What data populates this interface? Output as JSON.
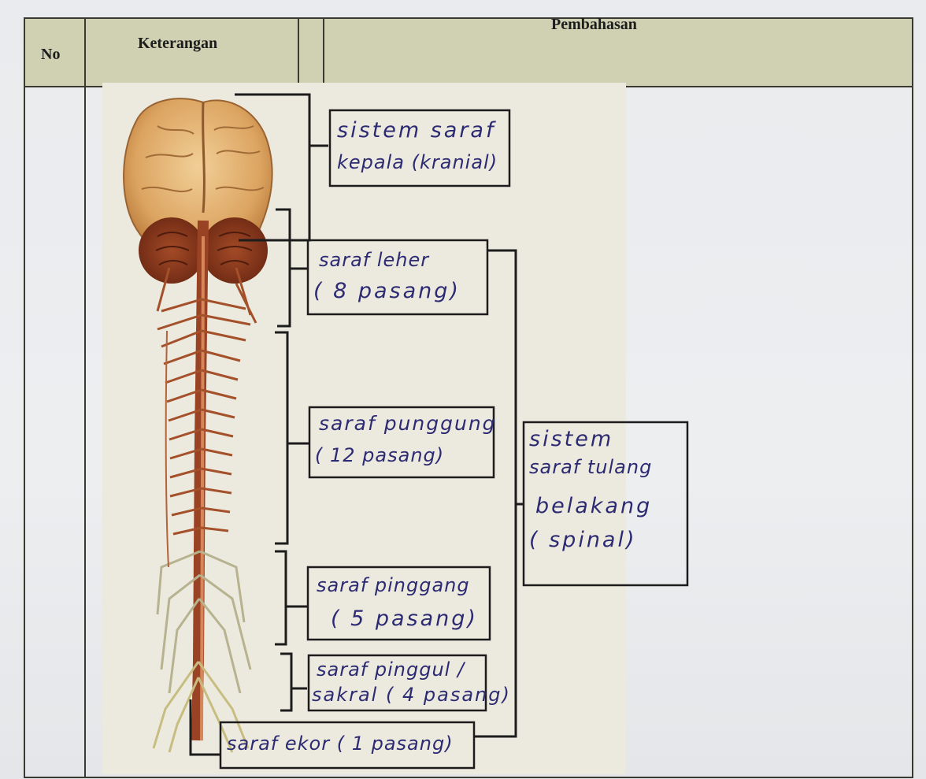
{
  "table": {
    "headers": {
      "no": "No",
      "keterangan": "Keterangan",
      "pembahasan": "Pembahasan"
    }
  },
  "labels": {
    "kranial_1": "sistem saraf",
    "kranial_2": "kepala (kranial)",
    "leher_1": "saraf leher",
    "leher_2": "( 8 pasang)",
    "punggung_1": "saraf punggung",
    "punggung_2": "( 12 pasang)",
    "spinal_1": "sistem",
    "spinal_2": "saraf tulang",
    "spinal_3": "belakang",
    "spinal_4": "( spinal)",
    "pinggang_1": "saraf pinggang",
    "pinggang_2": "( 5 pasang)",
    "pinggul_1": "saraf pinggul /",
    "pinggul_2": "sakral ( 4 pasang)",
    "ekor": "saraf ekor ( 1 pasang)"
  },
  "colors": {
    "ink": "#2c2a72",
    "header_band": "#cfd1b2",
    "nerve": "#a4502a"
  }
}
